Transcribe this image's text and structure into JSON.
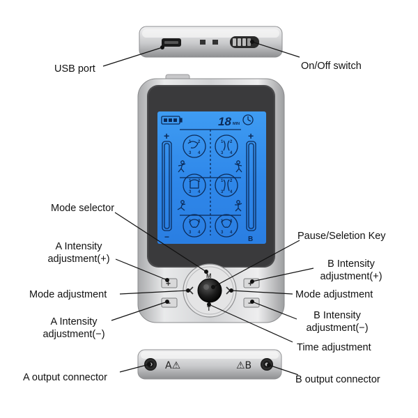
{
  "device": {
    "screen": {
      "timer_value": "18",
      "timer_unit": "MIN",
      "plus_symbol": "+",
      "minus_symbol": "−",
      "channel_b_tag": "B",
      "mode_numbers": [
        "1",
        "2",
        "3",
        "4"
      ]
    },
    "keys": {
      "mode_key": "M",
      "time_key": "T",
      "plus_symbol": "+",
      "minus_symbol": "−"
    },
    "connectors": {
      "a_label": "A⚠",
      "b_label": "⚠B"
    }
  },
  "callouts": {
    "usb_port": "USB port",
    "on_off_switch": "On/Off switch",
    "mode_selector": "Mode selector",
    "pause_selection_key": "Pause/Seletion Key",
    "a_intensity_plus": [
      "A Intensity",
      "adjustment(+)"
    ],
    "b_intensity_plus": [
      "B Intensity",
      "adjustment(+)"
    ],
    "mode_adjustment_left": "Mode adjustment",
    "mode_adjustment_right": "Mode adjustment",
    "a_intensity_minus": [
      "A Intensity",
      "adjustment(−)"
    ],
    "b_intensity_minus": [
      "B Intensity",
      "adjustment(−)"
    ],
    "time_adjustment": "Time adjustment",
    "a_output_connector": "A output connector",
    "b_output_connector": "B output connector"
  }
}
